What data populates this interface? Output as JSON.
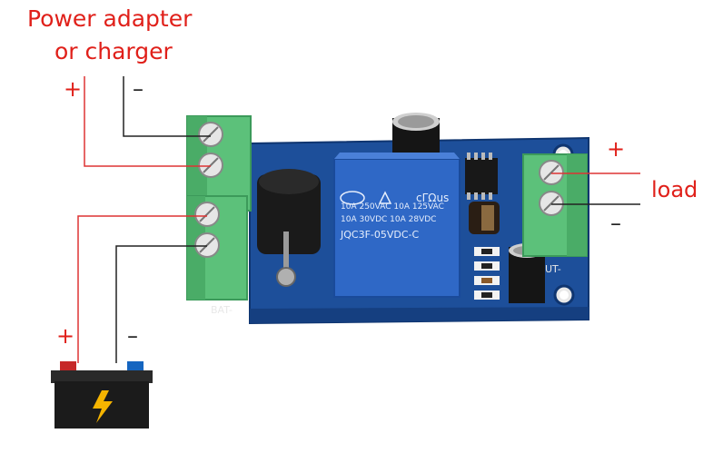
{
  "power_source": {
    "line1": "Power adapter",
    "line2": "or charger",
    "plus": "+",
    "minus": "–"
  },
  "load": {
    "label": "load",
    "plus": "+",
    "minus": "–"
  },
  "battery": {
    "plus": "+",
    "minus": "–"
  },
  "relay": {
    "line1": "10A  250VAC  10A  125VAC",
    "line2": "10A   30VDC  10A   28VDC",
    "model": "JQC3F-05VDC-C",
    "mark": "cΓΩus"
  },
  "pcb": {
    "bat_label": "BAT-",
    "out_label": "UT-"
  },
  "colors": {
    "annotation": "#e0201a",
    "pcb": "#1a4f9c",
    "terminal": "#5ec27a",
    "relay": "#2e67c5"
  }
}
